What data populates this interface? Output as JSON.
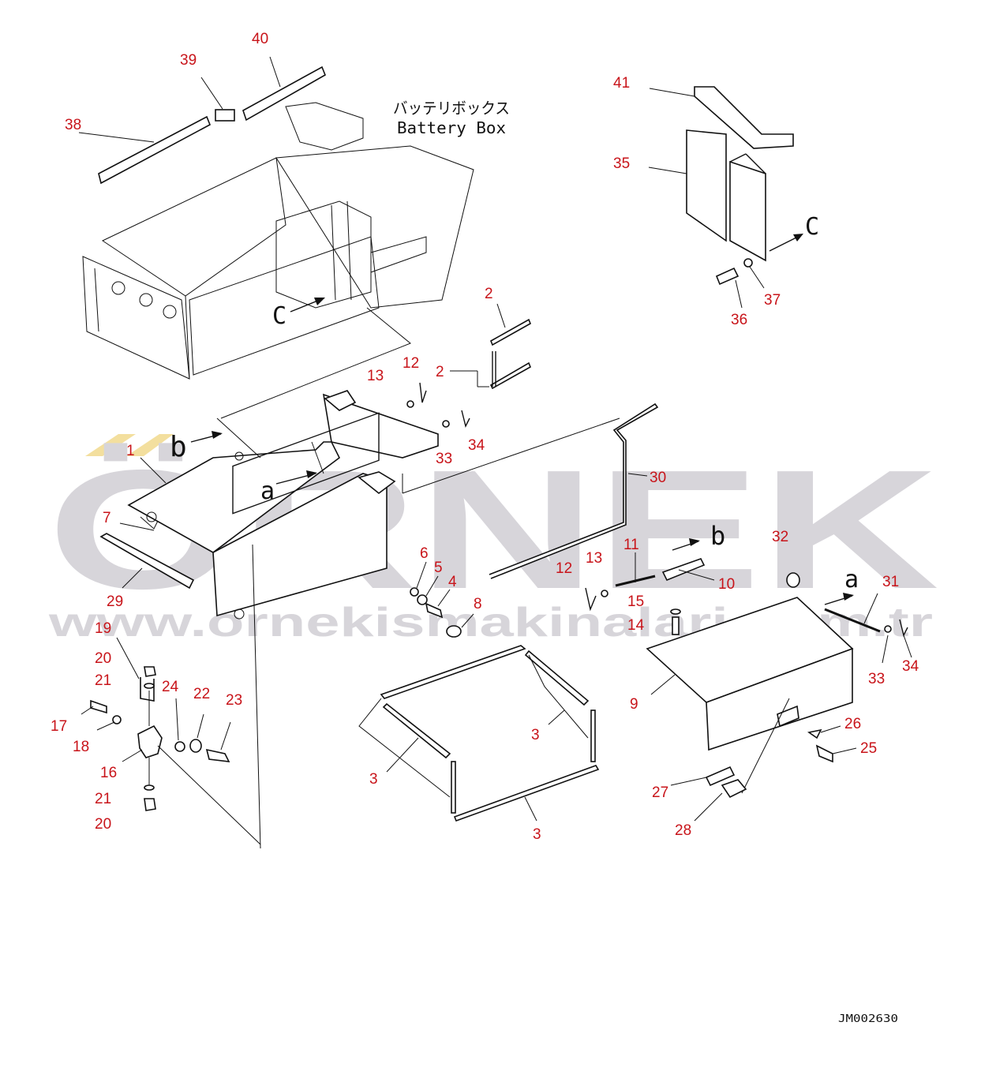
{
  "diagram": {
    "title_jp": "バッテリボックス",
    "title_en": "Battery Box",
    "code": "JM002630",
    "view_letters": {
      "a": "a",
      "b": "b",
      "c": "C"
    },
    "watermark": {
      "brand": "ÖRNEK",
      "url": "www.ornekismakinalari.com.tr",
      "accent_color": "#f3df9e",
      "text_color": "#d7d5da"
    },
    "callout_color": "#c8141a",
    "callouts": [
      "1",
      "2",
      "2",
      "3",
      "3",
      "3",
      "4",
      "5",
      "6",
      "7",
      "8",
      "9",
      "10",
      "11",
      "12",
      "12",
      "13",
      "13",
      "14",
      "15",
      "16",
      "17",
      "18",
      "19",
      "20",
      "20",
      "21",
      "21",
      "22",
      "23",
      "24",
      "25",
      "26",
      "27",
      "28",
      "29",
      "30",
      "31",
      "32",
      "33",
      "33",
      "34",
      "34",
      "35",
      "36",
      "37",
      "38",
      "39",
      "40",
      "41"
    ]
  }
}
